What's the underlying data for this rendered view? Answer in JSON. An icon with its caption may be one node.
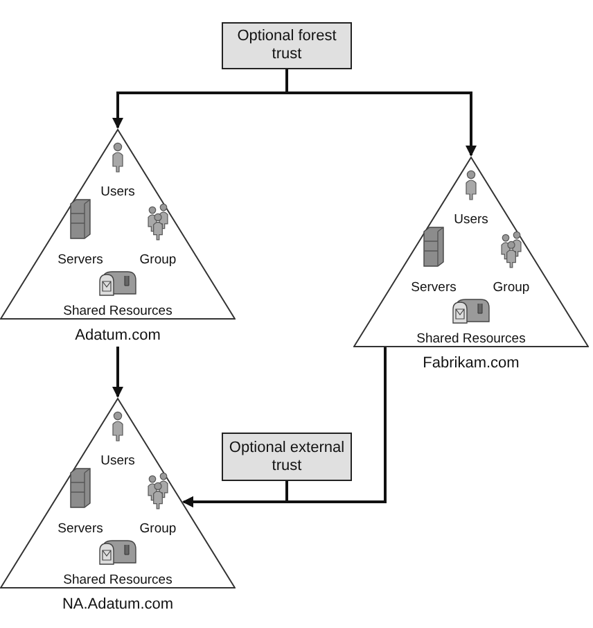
{
  "diagram": {
    "nodes": [
      {
        "text": [
          "Optional forest trust"
        ]
      },
      {
        "text": [
          "Users",
          "Servers",
          "Group",
          "Shared Resources",
          "Adatum.com"
        ]
      },
      {
        "text": [
          "Users",
          "Servers",
          "Group",
          "Shared Resources",
          "Fabrikam.com"
        ]
      },
      {
        "text": [
          "Optional external trust"
        ]
      },
      {
        "text": [
          "Users",
          "Servers",
          "Group",
          "Shared Resources",
          "NA.Adatum.com"
        ]
      }
    ],
    "edges": [
      {
        "from": 0,
        "to": 1,
        "arrow": "to"
      },
      {
        "from": 0,
        "to": 2,
        "arrow": "to"
      },
      {
        "from": 1,
        "to": 4,
        "arrow": "to"
      },
      {
        "from": 2,
        "to": 4,
        "arrow": "to"
      },
      {
        "from": 3,
        "to": 4,
        "arrow": "to"
      }
    ]
  }
}
